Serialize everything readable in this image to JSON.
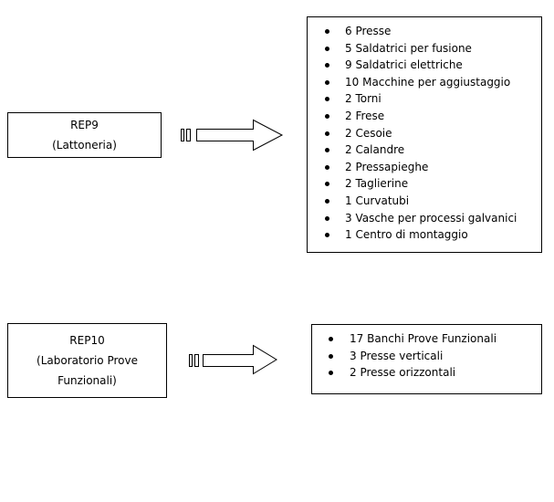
{
  "departments": [
    {
      "name": "REP9",
      "subtitle": "(Lattoneria)",
      "items": [
        "6 Presse",
        "5 Saldatrici per fusione",
        "9 Saldatrici elettriche",
        "10 Macchine per aggiustaggio",
        "2 Torni",
        "2 Frese",
        "2 Cesoie",
        "2 Calandre",
        "2 Pressapieghe",
        "2 Taglierine",
        "1 Curvatubi",
        "3 Vasche per processi galvanici",
        "1 Centro di montaggio"
      ]
    },
    {
      "name": "REP10",
      "subtitle_line1": "(Laboratorio Prove",
      "subtitle_line2": "Funzionali)",
      "items": [
        "17 Banchi Prove Funzionali",
        "3 Presse verticali",
        "2 Presse orizzontali"
      ]
    }
  ]
}
